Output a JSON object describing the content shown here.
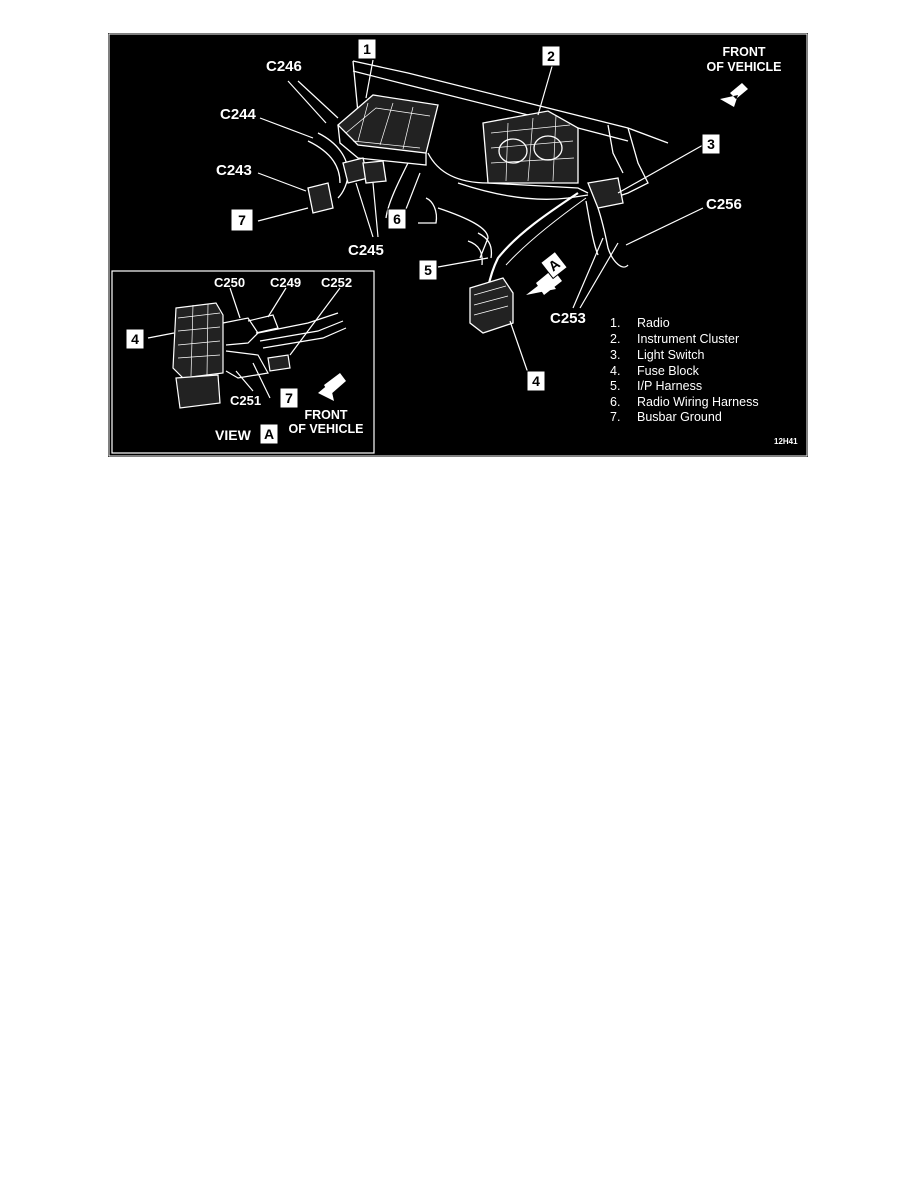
{
  "diagram": {
    "front_label": [
      "FRONT",
      "OF VEHICLE"
    ],
    "connectors": {
      "c246": "C246",
      "c244": "C244",
      "c243": "C243",
      "c245": "C245",
      "c256": "C256",
      "c253": "C253",
      "c250": "C250",
      "c249": "C249",
      "c252": "C252",
      "c251": "C251"
    },
    "callouts": {
      "radio": "1",
      "cluster": "2",
      "light_switch": "3",
      "fuse_block": "4",
      "ip_harness": "5",
      "radio_harness": "6",
      "busbar": "7",
      "view_marker": "A"
    },
    "inset": {
      "view_word": "VIEW",
      "view_letter": "A",
      "front_label": [
        "FRONT",
        "OF VEHICLE"
      ]
    },
    "legend": [
      {
        "num": "1.",
        "text": "Radio"
      },
      {
        "num": "2.",
        "text": "Instrument Cluster"
      },
      {
        "num": "3.",
        "text": "Light Switch"
      },
      {
        "num": "4.",
        "text": "Fuse Block"
      },
      {
        "num": "5.",
        "text": "I/P Harness"
      },
      {
        "num": "6.",
        "text": "Radio Wiring Harness"
      },
      {
        "num": "7.",
        "text": "Busbar Ground"
      }
    ],
    "figure_code": "12H41",
    "colors": {
      "background": "#000000",
      "linework": "#ffffff",
      "box_fill": "#ffffff"
    }
  }
}
